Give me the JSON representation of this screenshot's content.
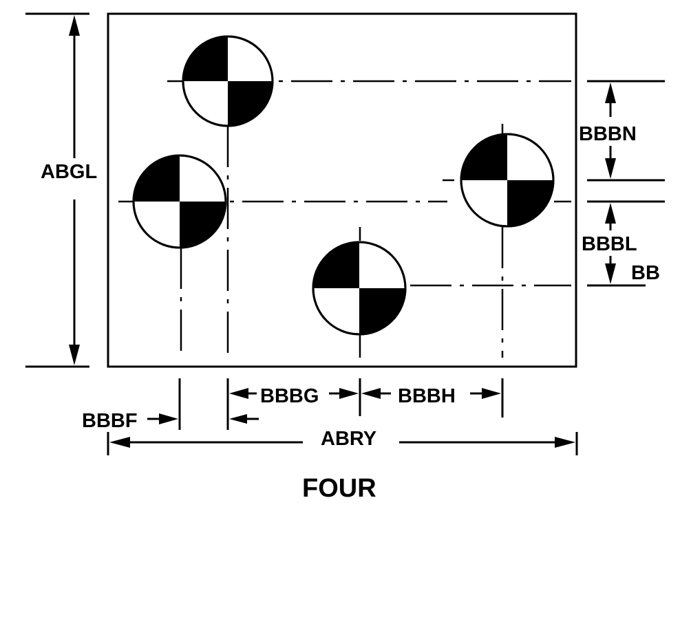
{
  "labels": {
    "abgl": "ABGL",
    "bbbn": "BBBN",
    "bbbl": "BBBL",
    "bb": "BB",
    "bbbg": "BBBG",
    "bbbh": "BBBH",
    "bbbf": "BBBF",
    "abry": "ABRY",
    "title": "FOUR"
  },
  "symbols": {
    "hole_marker": "center-of-gravity-symbol",
    "count": 4
  },
  "colors": {
    "ink": "#000000",
    "paper": "#ffffff"
  }
}
